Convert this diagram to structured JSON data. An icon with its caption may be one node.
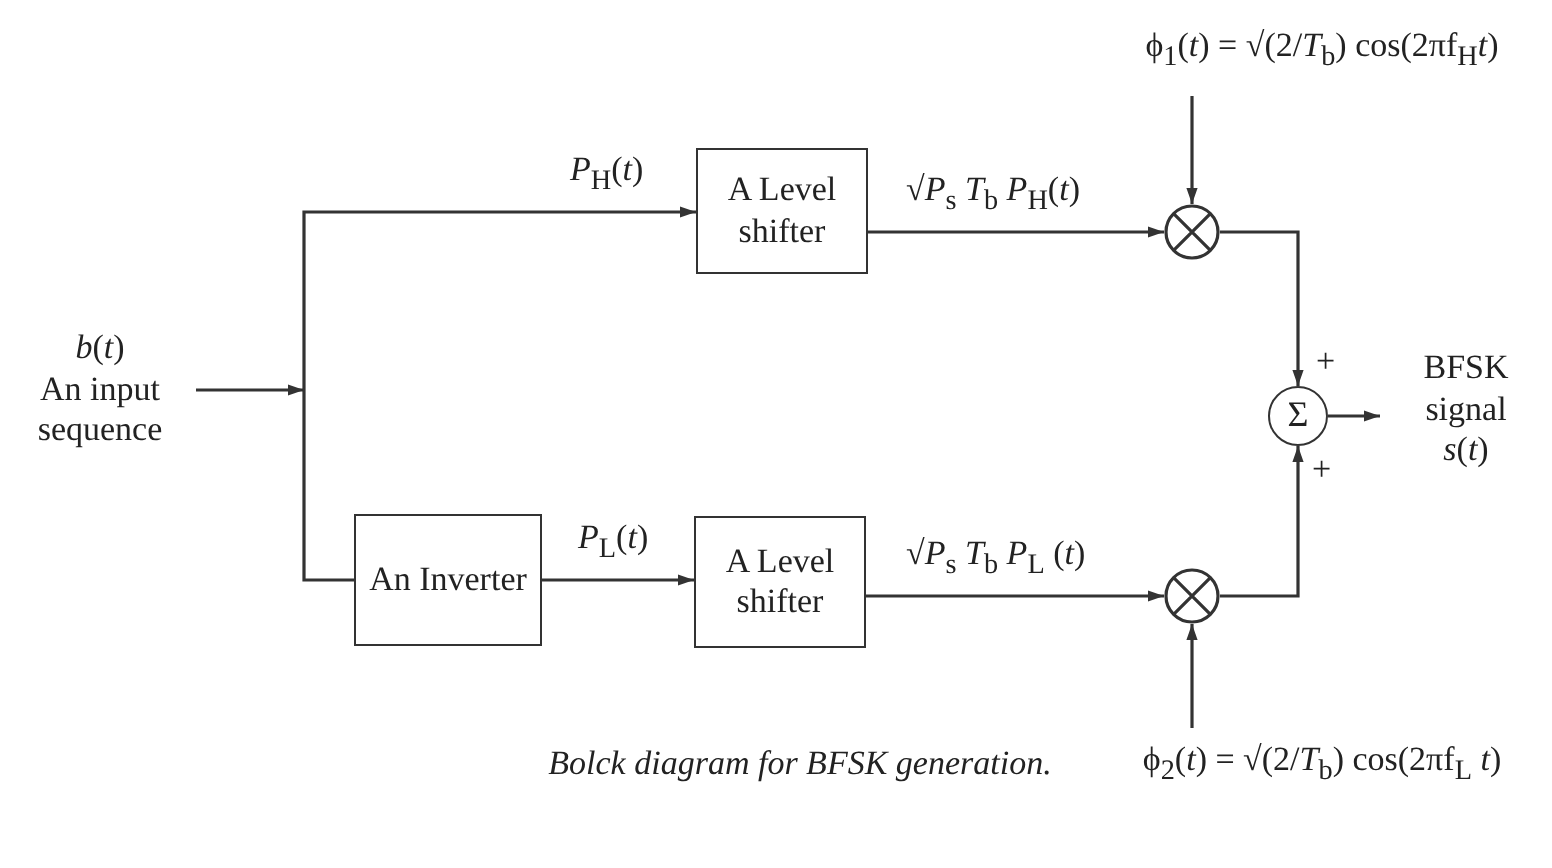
{
  "diagram": {
    "caption": "Bolck diagram for BFSK generation.",
    "nodes": [
      {
        "text": [
          "ϕ$_{1}$(*t*) = √(2/*T*$_{b}$) cos(2πf$_{H}$*t*)"
        ]
      },
      {
        "text": [
          "*b*(*t*)",
          "An input sequence"
        ]
      },
      {
        "text": [
          "A Level shifter"
        ]
      },
      {
        "text": [],
        "shape": "circle"
      },
      {
        "text": [
          "An Inverter"
        ]
      },
      {
        "text": [
          "A Level shifter"
        ]
      },
      {
        "text": [],
        "shape": "circle"
      },
      {
        "text": [
          "Σ"
        ]
      },
      {
        "text": [
          "BFSK signal",
          "*s*(*t*)"
        ]
      },
      {
        "text": [
          "ϕ$_{2}$(*t*) = √(2/*T*$_{b}$) cos(2πf$_{L}$ *t*)"
        ]
      }
    ],
    "edges": [
      {
        "from": 1,
        "to": 2,
        "arrow": "to",
        "label": "*P*$_{H}$(*t*)"
      },
      {
        "from": 1,
        "to": 4,
        "arrow": "none"
      },
      {
        "from": 4,
        "to": 5,
        "arrow": "to",
        "label": "*P*$_{L}$(*t*)"
      },
      {
        "from": 2,
        "to": 3,
        "arrow": "to",
        "label": "√*P*$_{s}$ *T*$_{b}$ *P*$_{H}$(*t*)"
      },
      {
        "from": 5,
        "to": 6,
        "arrow": "to",
        "label": "√*P*$_{s}$ *T*$_{b}$ *P*$_{L}$ (*t*)"
      },
      {
        "from": 0,
        "to": 3,
        "arrow": "to"
      },
      {
        "from": 9,
        "to": 6,
        "arrow": "to"
      },
      {
        "from": 3,
        "to": 7,
        "arrow": "to",
        "label": "+"
      },
      {
        "from": 6,
        "to": 7,
        "arrow": "to",
        "label": "+"
      },
      {
        "from": 7,
        "to": 8,
        "arrow": "to"
      }
    ]
  }
}
